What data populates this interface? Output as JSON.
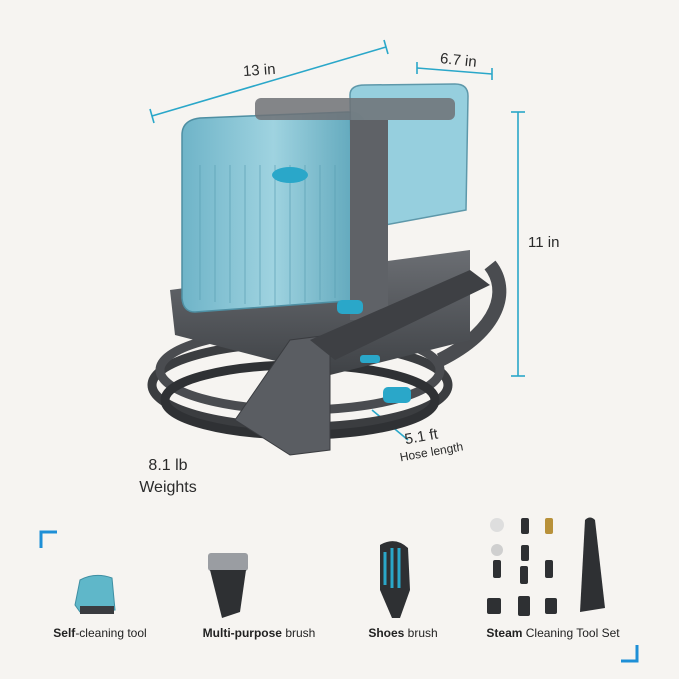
{
  "dimensions": {
    "length": "13 in",
    "width": "6.7 in",
    "height": "11 in",
    "weight_value": "8.1 lb",
    "weight_label": "Weights",
    "hose_value": "5.1 ft",
    "hose_label": "Hose length"
  },
  "tools": [
    {
      "bold": "Self",
      "rest": "-cleaning tool"
    },
    {
      "bold": "Multi-purpose",
      "rest": " brush"
    },
    {
      "bold": "Shoes",
      "rest": " brush"
    },
    {
      "bold": "Steam",
      "rest": " Cleaning Tool Set"
    }
  ],
  "colors": {
    "accent": "#2aa7c9",
    "tank": "#7fc3d6",
    "body": "#5a5d62",
    "text": "#2a2a2a",
    "corner_bracket": "#1e8fd6"
  }
}
